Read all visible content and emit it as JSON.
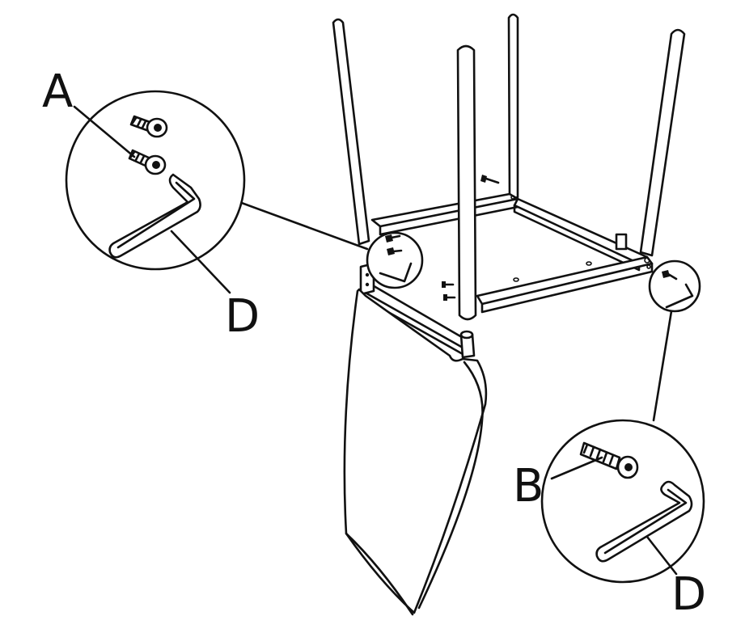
{
  "labels": {
    "a": "A",
    "b": "B",
    "d_left": "D",
    "d_right": "D"
  },
  "colors": {
    "ink": "#111111",
    "paper": "#ffffff"
  },
  "parts": {
    "a": "screw-icon",
    "b": "screw-icon",
    "d": "allen-key-icon"
  }
}
